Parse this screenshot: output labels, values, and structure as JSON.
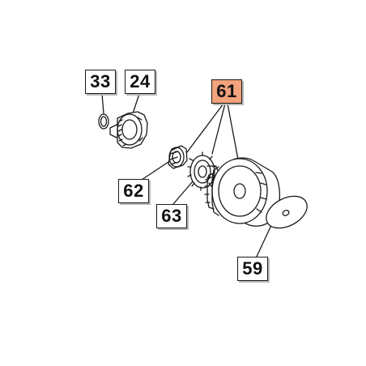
{
  "diagram": {
    "colors": {
      "line": "#1a1a1a",
      "highlight": "#f2a27c",
      "label_shadow": "#b8b8b8"
    },
    "callouts": {
      "p33": "33",
      "p24": "24",
      "p61": "61",
      "p62": "62",
      "p63": "63",
      "p59": "59"
    },
    "highlighted_part": "61"
  }
}
